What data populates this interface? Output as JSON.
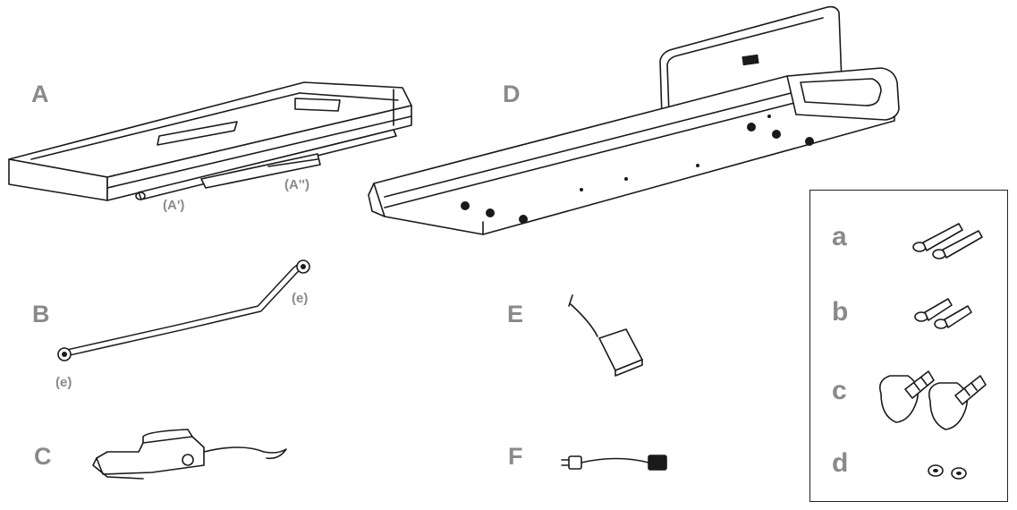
{
  "parts": {
    "A": {
      "label": "A",
      "sub_left": "(A')",
      "sub_right": "(A'')"
    },
    "B": {
      "label": "B",
      "end_top": "(e)",
      "end_bottom": "(e)"
    },
    "C": {
      "label": "C"
    },
    "D": {
      "label": "D"
    },
    "E": {
      "label": "E"
    },
    "F": {
      "label": "F"
    }
  },
  "hardware": {
    "a": {
      "label": "a"
    },
    "b": {
      "label": "b"
    },
    "c": {
      "label": "c"
    },
    "d": {
      "label": "d"
    }
  },
  "colors": {
    "label": "#8a8a8a",
    "line": "#1a1a1a"
  }
}
